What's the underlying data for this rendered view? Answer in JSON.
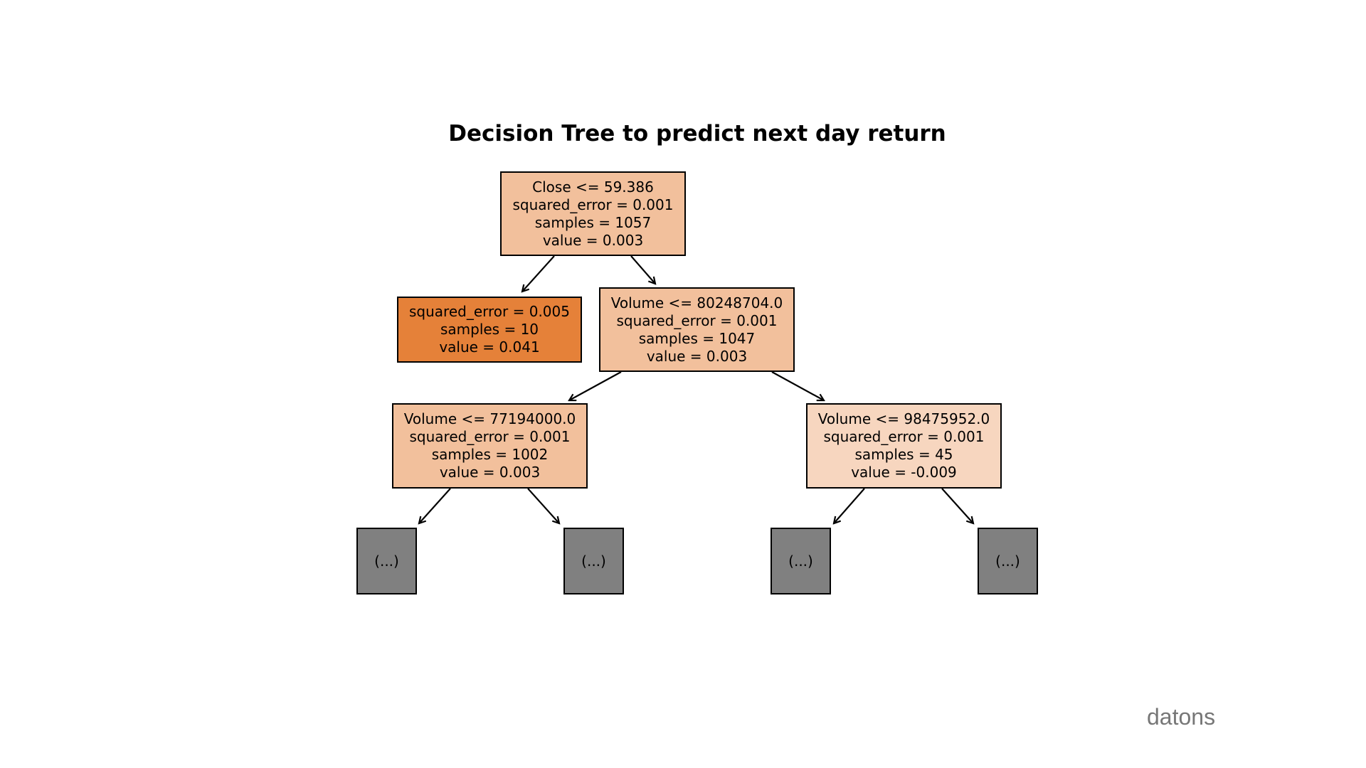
{
  "title": "Decision Tree to predict next day return",
  "watermark": "datons",
  "colors": {
    "strong_orange": "#e58139",
    "medium_orange": "#f2c09c",
    "light_orange": "#f7d6bf",
    "truncated_gray": "#808080"
  },
  "nodes": {
    "root": {
      "split": "Close <= 59.386",
      "squared_error": "squared_error = 0.001",
      "samples": "samples = 1057",
      "value": "value = 0.003"
    },
    "left_leaf": {
      "squared_error": "squared_error = 0.005",
      "samples": "samples = 10",
      "value": "value = 0.041"
    },
    "right": {
      "split": "Volume <= 80248704.0",
      "squared_error": "squared_error = 0.001",
      "samples": "samples = 1047",
      "value": "value = 0.003"
    },
    "right_left": {
      "split": "Volume <= 77194000.0",
      "squared_error": "squared_error = 0.001",
      "samples": "samples = 1002",
      "value": "value = 0.003"
    },
    "right_right": {
      "split": "Volume <= 98475952.0",
      "squared_error": "squared_error = 0.001",
      "samples": "samples = 45",
      "value": "value = -0.009"
    },
    "truncated": [
      "(...)",
      "(...)",
      "(...)",
      "(...)"
    ]
  }
}
